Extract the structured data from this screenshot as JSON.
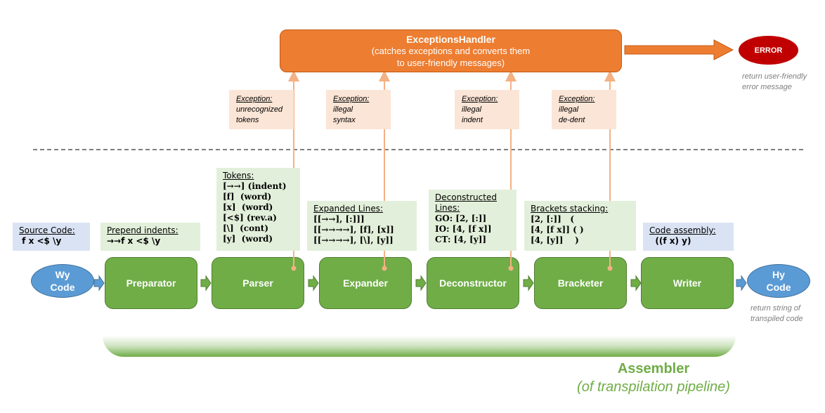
{
  "exceptions_handler": {
    "title": "ExceptionsHandler",
    "subtitle_line1": "(catches exceptions and converts them",
    "subtitle_line2": "to user-friendly messages)"
  },
  "error": {
    "label": "ERROR",
    "note_line1": "return user-friendly",
    "note_line2": "error message"
  },
  "exceptions": [
    {
      "label": "Exception:",
      "line1": "unrecognized",
      "line2": "tokens"
    },
    {
      "label": "Exception:",
      "line1": "illegal",
      "line2": "syntax"
    },
    {
      "label": "Exception:",
      "line1": "illegal",
      "line2": "indent"
    },
    {
      "label": "Exception:",
      "line1": "illegal",
      "line2": "de-dent"
    }
  ],
  "info_boxes": {
    "source": {
      "header": "Source Code:",
      "lines": [
        " f x <$ \\y"
      ]
    },
    "prepend": {
      "header": "Prepend indents:",
      "lines": [
        "→→f x <$ \\y"
      ]
    },
    "tokens": {
      "header": "Tokens:",
      "lines": [
        "[→→] (indent)",
        "[f]  (word)",
        "[x]  (word)",
        "[<$] (rev.a)",
        "[\\]  (cont)",
        "[y]  (word)"
      ]
    },
    "expanded": {
      "header": "Expanded Lines:",
      "lines": [
        "[[→→], [:]]]",
        "[[→→→→], [f], [x]]",
        "[[→→→→], [\\], [y]]"
      ]
    },
    "deconstructed": {
      "header_line1": "Deconstructed",
      "header_line2": "Lines:",
      "lines": [
        "GO: [2, [:]]",
        "IO: [4, [f x]]",
        "CT: [4, [y]]"
      ]
    },
    "brackets": {
      "header": "Brackets stacking:",
      "lines": [
        "[2, [:]]   (",
        "[4, [f x]] ( )",
        "[4, [y]]    )"
      ]
    },
    "assembly": {
      "header": "Code assembly:",
      "lines": [
        "  ((f x) y)"
      ]
    }
  },
  "pipeline": {
    "input": {
      "line1": "Wy",
      "line2": "Code"
    },
    "stages": [
      "Preparator",
      "Parser",
      "Expander",
      "Deconstructor",
      "Bracketer",
      "Writer"
    ],
    "output": {
      "line1": "Hy",
      "line2": "Code",
      "note_line1": "return string of",
      "note_line2": "transpiled code"
    }
  },
  "assembler": {
    "title": "Assembler",
    "subtitle": "(of transpilation pipeline)"
  },
  "colors": {
    "handler": "#ed7d31",
    "error": "#c00000",
    "stage": "#70ad47",
    "terminal": "#5b9bd5",
    "exception_bg": "#fbe5d6",
    "connector": "#f4b183"
  }
}
